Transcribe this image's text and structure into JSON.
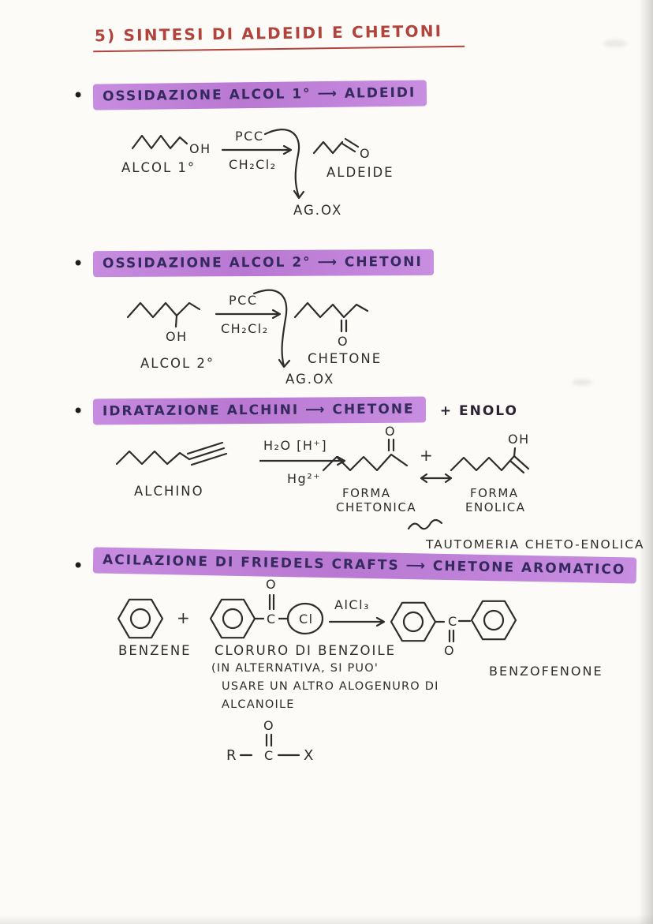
{
  "page": {
    "title": "5) SINTESI DI ALDEIDI E CHETONI",
    "bullet": "•"
  },
  "colors": {
    "paper": "#fcfbf8",
    "title_red": "#b0433b",
    "highlight_purple": "#c183da",
    "heading_ink": "#352a5e",
    "pen_ink": "#2e2c2d"
  },
  "sections": {
    "s1": {
      "heading": "OSSIDAZIONE ALCOL 1° ⟶ ALDEIDI",
      "mol": {
        "oh": "OH",
        "label": "ALCOL 1°"
      },
      "cond": {
        "above": "PCC",
        "below": "CH₂Cl₂"
      },
      "byproduct": "AG.OX",
      "prod": {
        "o": "O",
        "label": "ALDEIDE"
      }
    },
    "s2": {
      "heading": "OSSIDAZIONE ALCOL 2° ⟶ CHETONI",
      "mol": {
        "oh": "OH",
        "label": "ALCOL 2°"
      },
      "cond": {
        "above": "PCC",
        "below": "CH₂Cl₂"
      },
      "byproduct": "AG.OX",
      "prod": {
        "o": "O",
        "label": "CHETONE"
      }
    },
    "s3": {
      "heading_hl": "IDRATAZIONE ALCHINI ⟶ CHETONE",
      "heading_plain": "+ ENOLO",
      "substrate_label": "ALCHINO",
      "cond": {
        "above": "H₂O [H⁺]",
        "below": "Hg²⁺"
      },
      "keto": {
        "o": "O",
        "label1": "FORMA",
        "label2": "CHETONICA"
      },
      "plus": "+",
      "enol": {
        "oh": "OH",
        "label1": "FORMA",
        "label2": "ENOLICA"
      },
      "tautomer_note": "TAUTOMERIA CHETO-ENOLICA"
    },
    "s4": {
      "heading": "ACILAZIONE DI FRIEDELS CRAFTS ⟶ CHETONE AROMATICO",
      "plus": "+",
      "benzene_label": "BENZENE",
      "acyl": {
        "o": "O",
        "c": "C",
        "cl": "Cl"
      },
      "catalyst": "AlCl₃",
      "chloride_label": "CLORURO DI BENZOILE",
      "note_line1": "(IN ALTERNATIVA, SI PUO'",
      "note_line2": "USARE UN ALTRO ALOGENURO DI",
      "note_line3": "ALCANOILE",
      "prod": {
        "c": "C",
        "o": "O",
        "label": "BENZOFENONE"
      },
      "generic": {
        "r": "R",
        "c": "C",
        "o": "O",
        "x": "X"
      }
    }
  }
}
